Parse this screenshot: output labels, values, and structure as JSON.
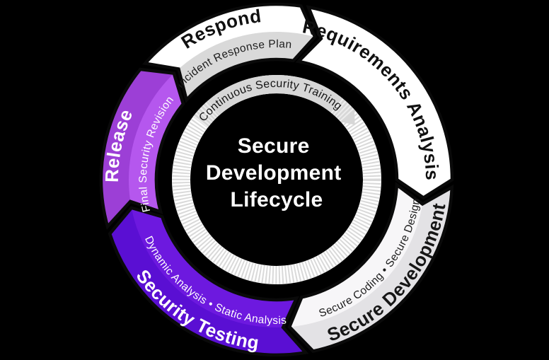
{
  "diagram_title": "Secure Development Lifecycle",
  "center": {
    "line1": "Secure",
    "line2": "Development",
    "line3": "Lifecycle",
    "color": "#FFFFFF"
  },
  "phases": [
    {
      "name": "Respond",
      "sublabel": "Incident Response Plan",
      "fill": "#FFFFFF",
      "sub_fill": "#D9D9D9",
      "name_color": "#101010",
      "sub_color": "#1C1C1C"
    },
    {
      "name": "Requirements Analysis",
      "sublabel": "",
      "fill": "#FFFFFF",
      "sub_fill": "",
      "name_color": "#101010",
      "sub_color": ""
    },
    {
      "name": "Secure Development",
      "sublabel": "Secure Coding  •  Secure Design",
      "fill": "#E3E2E5",
      "sub_fill": "#F7F6F8",
      "name_color": "#161616",
      "sub_color": "#1C1C1C"
    },
    {
      "name": "Security Testing",
      "sublabel": "Dynamic Analysis  •  Static Analysis",
      "fill": "#5A0FD3",
      "sub_fill": "#6D19DF",
      "name_color": "#FFFFFF",
      "sub_color": "#FFFFFF"
    },
    {
      "name": "Release",
      "sublabel": "Final Security Revision",
      "fill": "#9C3FD6",
      "sub_fill": "#B557EE",
      "name_color": "#FFFFFF",
      "sub_color": "#FFFFFF"
    }
  ],
  "inner_ring": {
    "label": "Continuous Security Training",
    "band_fill": "#D7D7D7",
    "label_color": "#161616",
    "base_color": "#FFFFFF",
    "stripe_color": "#D9D9D9"
  },
  "outline_color": "#0A0A0A",
  "background_color": "#000000"
}
